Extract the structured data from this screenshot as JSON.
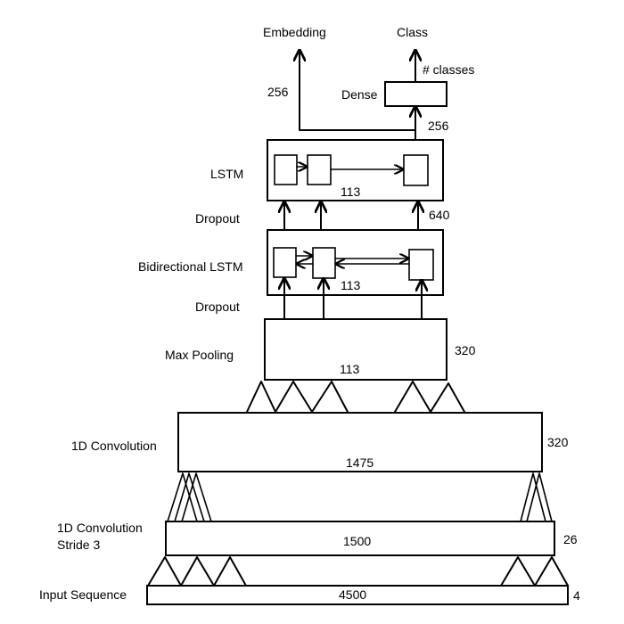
{
  "diagram": {
    "outputs": {
      "embedding": "Embedding",
      "class": "Class"
    },
    "dense": {
      "label": "Dense",
      "classes": "# classes",
      "embedding_dim": "256",
      "input_dim": "256"
    },
    "lstm": {
      "label": "LSTM",
      "steps": "113",
      "input_dim": "640"
    },
    "dropout_upper": {
      "label": "Dropout"
    },
    "bilstm": {
      "label": "Bidirectional LSTM",
      "steps": "113"
    },
    "dropout_lower": {
      "label": "Dropout"
    },
    "maxpool": {
      "label": "Max Pooling",
      "steps": "113",
      "channels": "320"
    },
    "conv1d": {
      "label": "1D Convolution",
      "steps": "1475",
      "channels": "320"
    },
    "conv1d_stride": {
      "label_line1": "1D Convolution",
      "label_line2": "Stride 3",
      "steps": "1500",
      "channels": "26"
    },
    "input": {
      "label": "Input Sequence",
      "steps": "4500",
      "channels": "4"
    }
  }
}
